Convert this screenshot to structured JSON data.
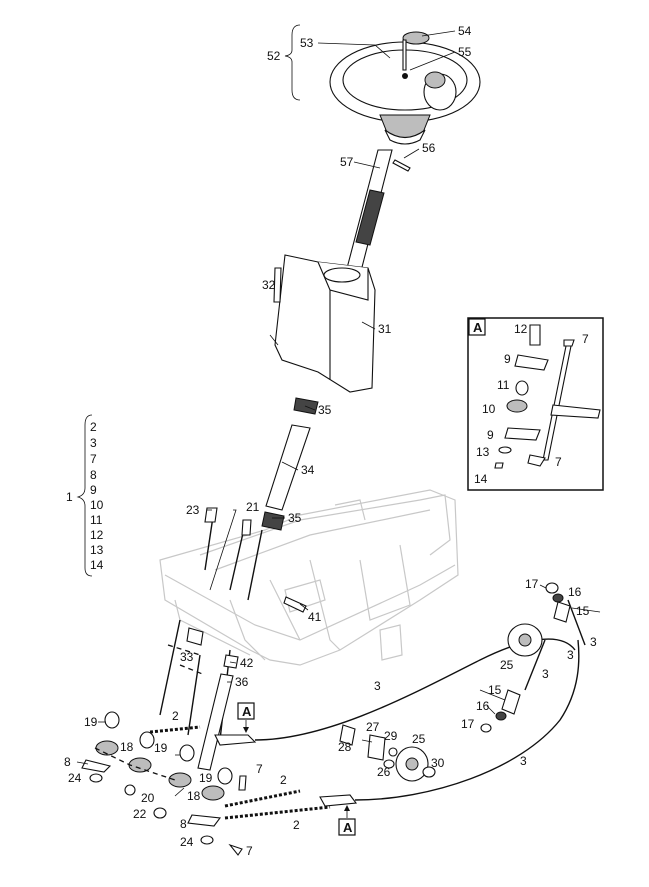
{
  "callouts": {
    "c53": "53",
    "c54": "54",
    "c55": "55",
    "c52": "52",
    "c56": "56",
    "c57": "57",
    "c32": "32",
    "c31": "31",
    "c35a": "35",
    "c34": "34",
    "c35b": "35",
    "c23": "23",
    "c21": "21",
    "c41": "41",
    "c33": "33",
    "c42": "42",
    "c36": "36",
    "c19a": "19",
    "c18a": "18",
    "c8a": "8",
    "c24a": "24",
    "c2a": "2",
    "c19b": "19",
    "c20": "20",
    "c22": "22",
    "c19c": "19",
    "c18b": "18",
    "c7a": "7",
    "c2b": "2",
    "c2c": "2",
    "c8b": "8",
    "c24b": "24",
    "c7b": "7",
    "c3a": "3",
    "c3b": "3",
    "c3c": "3",
    "c3d": "3",
    "c3e": "3",
    "c25a": "25",
    "c25b": "25",
    "c15a": "15",
    "c15b": "15",
    "c16a": "16",
    "c16b": "16",
    "c17a": "17",
    "c17b": "17",
    "c27": "27",
    "c28": "28",
    "c29": "29",
    "c26": "26",
    "c30": "30"
  },
  "kit": {
    "parent": "1",
    "items": [
      "2",
      "3",
      "7",
      "8",
      "9",
      "10",
      "11",
      "12",
      "13",
      "14"
    ]
  },
  "inset": {
    "title": "A",
    "c12": "12",
    "c7a": "7",
    "c9a": "9",
    "c11": "11",
    "c10": "10",
    "c9b": "9",
    "c13": "13",
    "c14": "14",
    "c7b": "7"
  },
  "refs": {
    "a1": "A",
    "a2": "A"
  }
}
